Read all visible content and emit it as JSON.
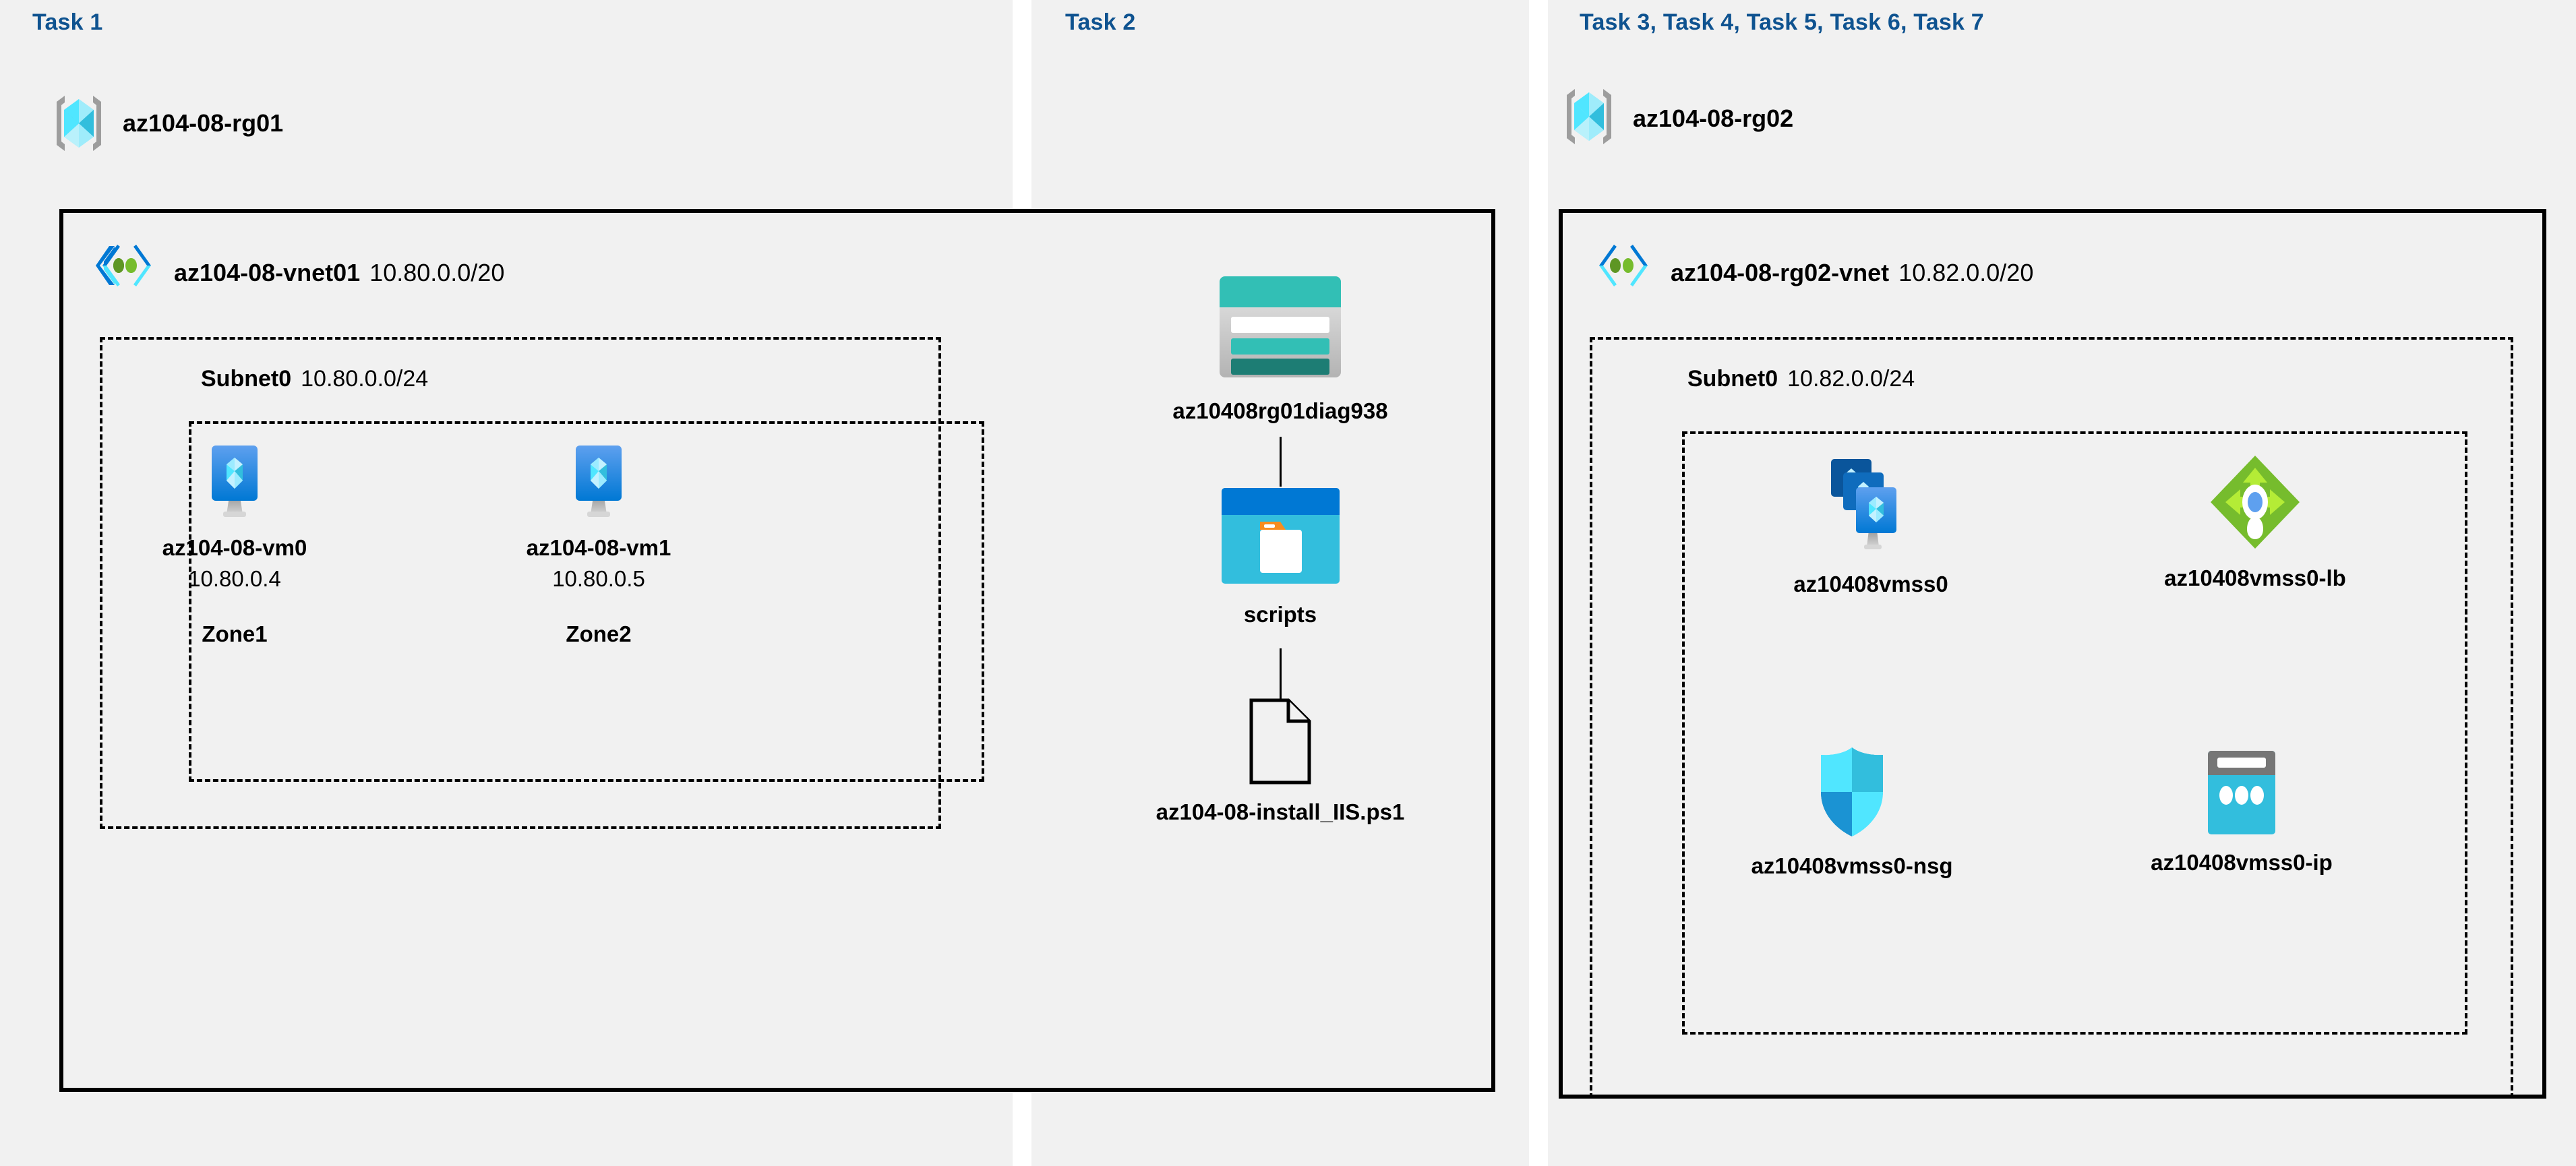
{
  "columns": {
    "task1": {
      "label": "Task 1",
      "resource_group": {
        "name": "az104-08-rg01",
        "icon": "resource-group-icon"
      },
      "vnet": {
        "name": "az104-08-vnet01",
        "cidr": "10.80.0.0/20",
        "icon": "virtual-network-icon"
      },
      "subnet": {
        "name": "Subnet0",
        "cidr": "10.80.0.0/24"
      },
      "vms": [
        {
          "name": "az104-08-vm0",
          "ip": "10.80.0.4",
          "zone": "Zone1",
          "icon": "virtual-machine-icon"
        },
        {
          "name": "az104-08-vm1",
          "ip": "10.80.0.5",
          "zone": "Zone2",
          "icon": "virtual-machine-icon"
        }
      ]
    },
    "task2": {
      "label": "Task 2",
      "nodes": [
        {
          "name": "az10408rg01diag938",
          "icon": "storage-account-icon"
        },
        {
          "name": "scripts",
          "icon": "blob-container-icon"
        },
        {
          "name": "az104-08-install_IIS.ps1",
          "icon": "file-icon"
        }
      ]
    },
    "task3": {
      "label": "Task 3, Task 4, Task 5, Task 6, Task 7",
      "resource_group": {
        "name": "az104-08-rg02",
        "icon": "resource-group-icon"
      },
      "vnet": {
        "name": "az104-08-rg02-vnet",
        "cidr": "10.82.0.0/20",
        "icon": "virtual-network-icon"
      },
      "subnet": {
        "name": "Subnet0",
        "cidr": "10.82.0.0/24"
      },
      "resources": [
        {
          "name": "az10408vmss0",
          "icon": "vm-scale-set-icon"
        },
        {
          "name": "az10408vmss0-lb",
          "icon": "load-balancer-icon"
        },
        {
          "name": "az10408vmss0-nsg",
          "icon": "network-security-group-icon"
        },
        {
          "name": "az10408vmss0-ip",
          "icon": "public-ip-address-icon"
        }
      ]
    }
  },
  "colors": {
    "panel_background": "#f1f1f1",
    "task_label": "#0f5390",
    "border": "#000000",
    "azure_blue": "#0078d4",
    "azure_cyan": "#32bedd",
    "storage_teal": "#2fbfb2",
    "lb_green": "#76bc2d",
    "nsg_blue": "#32bedd"
  }
}
